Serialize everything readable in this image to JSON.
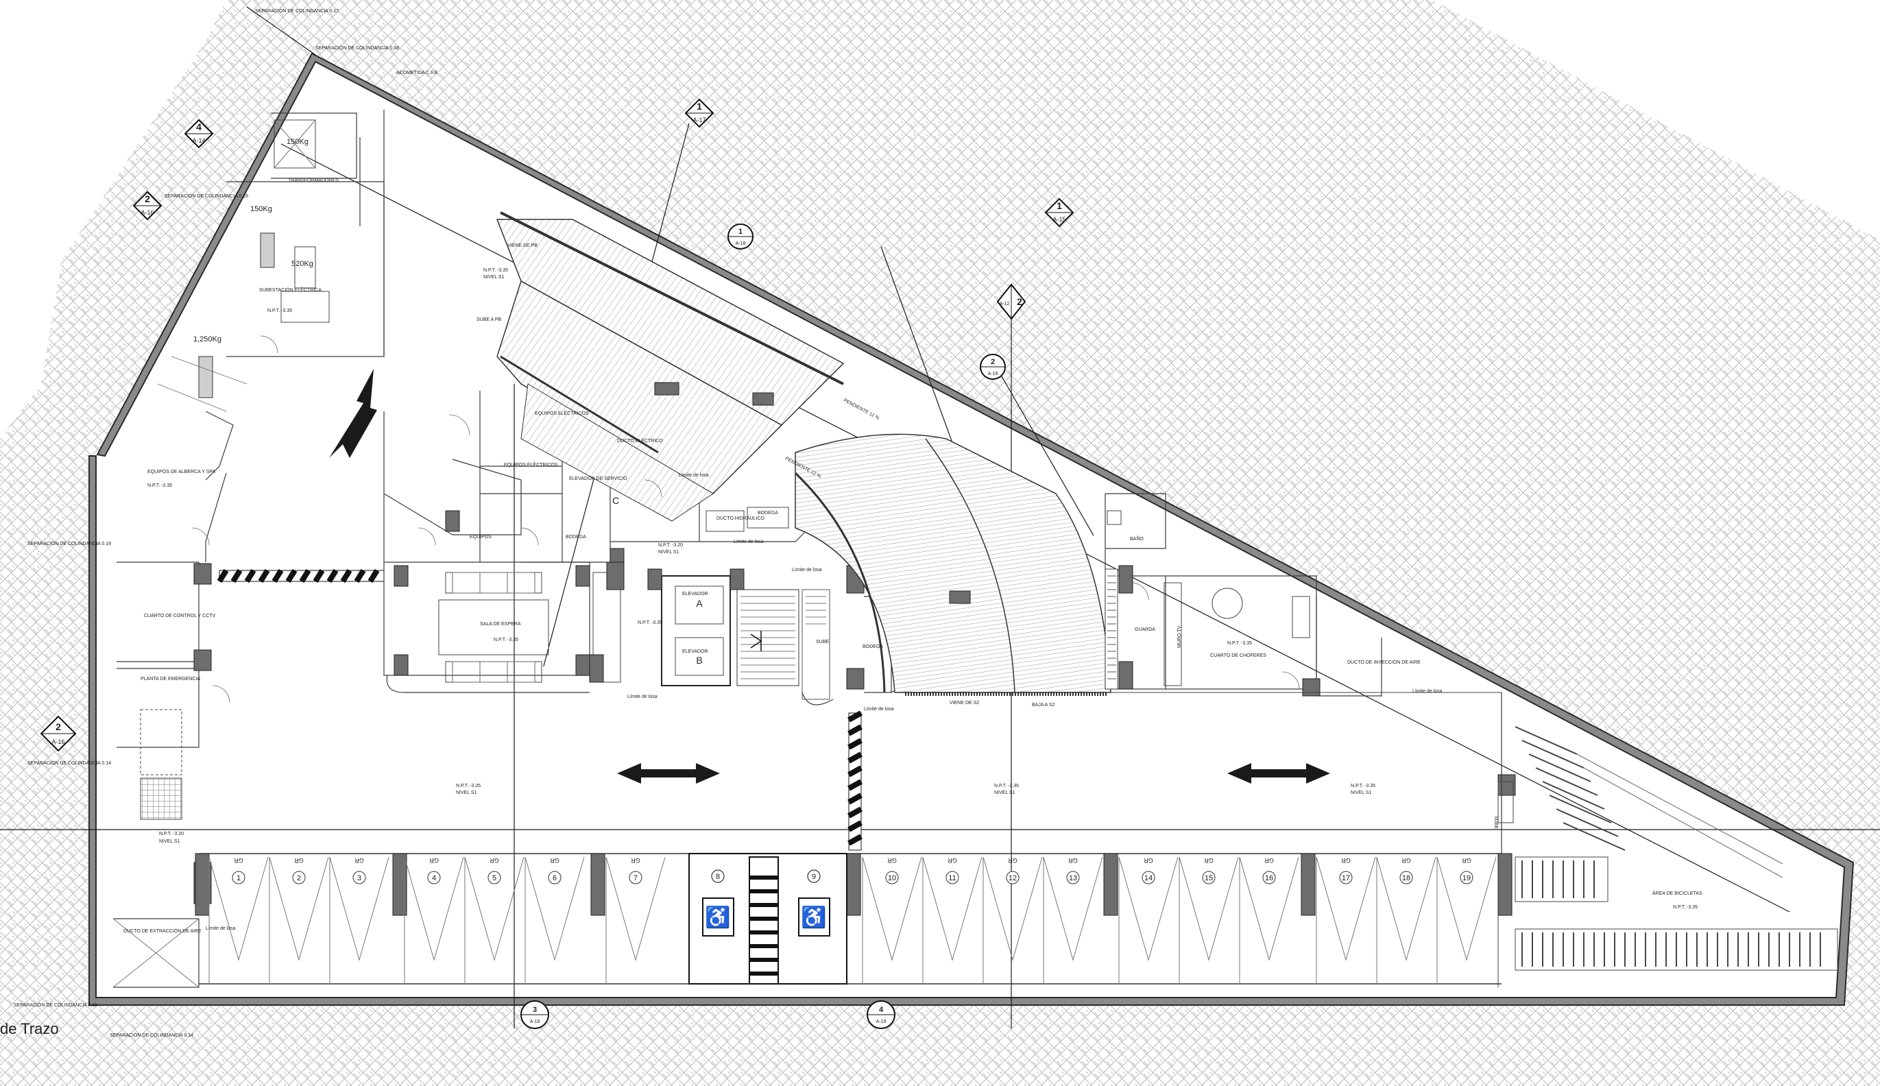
{
  "colors": {
    "ground_hatch": "#b4b4b4",
    "wall_fill": "#8a8a8a",
    "line": "#1e1e1e",
    "background": "#ffffff"
  },
  "title_fragment": "de Trazo",
  "separations": [
    "SEPARACIÓN DE COLINDANCIA 0.17",
    "SEPARACIÓN DE COLINDANCIA 0.08",
    "SEPARACIÓN DE COLINDANCIA 0.16",
    "SEPARACIÓN DE COLINDANCIA 0.19",
    "SEPARACIÓN DE COLINDANCIA 0.14",
    "SEPARACIÓN DE COLINDANCIA 0.15",
    "SEPARACIÓN DE COLINDANCIA 0.14"
  ],
  "acometida": "ACOMETIDA C.F.E.",
  "section_tags": [
    {
      "num": "4",
      "sheet": "A-14"
    },
    {
      "num": "2",
      "sheet": "A-16"
    },
    {
      "num": "1",
      "sheet": "A-17"
    },
    {
      "num": "1",
      "sheet": "A-15"
    },
    {
      "num": "1",
      "sheet": "A-18"
    },
    {
      "num": "2",
      "sheet": "A-12"
    },
    {
      "num": "2",
      "sheet": "A-18"
    },
    {
      "num": "2",
      "sheet": "A-16"
    },
    {
      "num": "3",
      "sheet": "A-19"
    },
    {
      "num": "4",
      "sheet": "A-19"
    }
  ],
  "rooms": {
    "transformadores": "TRANSFORMADORES",
    "subestacion": "SUBESTACIÓN ELÉCTRICA",
    "equipos_alberca": "EQUIPOS DE ALBERCA Y SPA",
    "cuarto_control": "CUARTO DE CONTROL Y CCTV",
    "planta": "PLANTA DE EMERGENCIA",
    "ducto_extraccion": "DUCTO DE EXTRACCIÓN DE AIRE",
    "equipos_electricos_1": "EQUIPOS ELÉCTRICOS",
    "equipos_electricos_2": "EQUIPOS ELÉCTRICOS",
    "equipos": "EQUIPOS",
    "bodega_1": "BODEGA",
    "bodega_2": "BODEGA",
    "bodega_3": "BODEGA",
    "ducto_electrico": "DUCTO ELÉCTRICO",
    "elevador_servicio": "ELEVADOR DE SERVICIO",
    "elevador_servicio_letter": "C",
    "ducto_hidraulico": "DUCTO HIDRÁULICO",
    "sala_espera": "SALA DE ESPERA",
    "elevador_a": "ELEVADOR",
    "elevador_a_letter": "A",
    "elevador_b": "ELEVADOR",
    "elevador_b_letter": "B",
    "bano": "BAÑO",
    "guarda": "GUARDA",
    "cuarto_choferes": "CUARTO DE CHOFERES",
    "ducto_inyeccion": "DUCTO DE INYECCIÓN DE AIRE",
    "area_bicicletas": "ÁREA DE BICICLETAS"
  },
  "weights": [
    "150Kg",
    "150Kg",
    "520Kg",
    "1,250Kg"
  ],
  "npt": {
    "main": "N.P.T. -3.35",
    "level": "NIVEL S1",
    "mid": "N.P.T. -3.20",
    "small": "N.P.T. -3.35"
  },
  "ramps": {
    "viene_pb": "VIENE DE PB",
    "sube_pb": "SUBE A PB",
    "pendiente_1": "PENDIENTE 12 %",
    "pendiente_2": "PENDIENTE 12 %",
    "viene_s2": "VIENE DE S2",
    "baja_s2": "BAJA A S2",
    "sube": "SUBE",
    "sube_2": "SUBE"
  },
  "limite_losa": "Límite de losa",
  "muro_tv": "MURO TV",
  "parking": {
    "gr": "GR",
    "left_numbers": [
      "1",
      "2",
      "3",
      "4",
      "5",
      "6",
      "7"
    ],
    "accessible": [
      "8",
      "9"
    ],
    "right_numbers": [
      "10",
      "11",
      "12",
      "13",
      "14",
      "15",
      "16",
      "17",
      "18",
      "19"
    ]
  }
}
